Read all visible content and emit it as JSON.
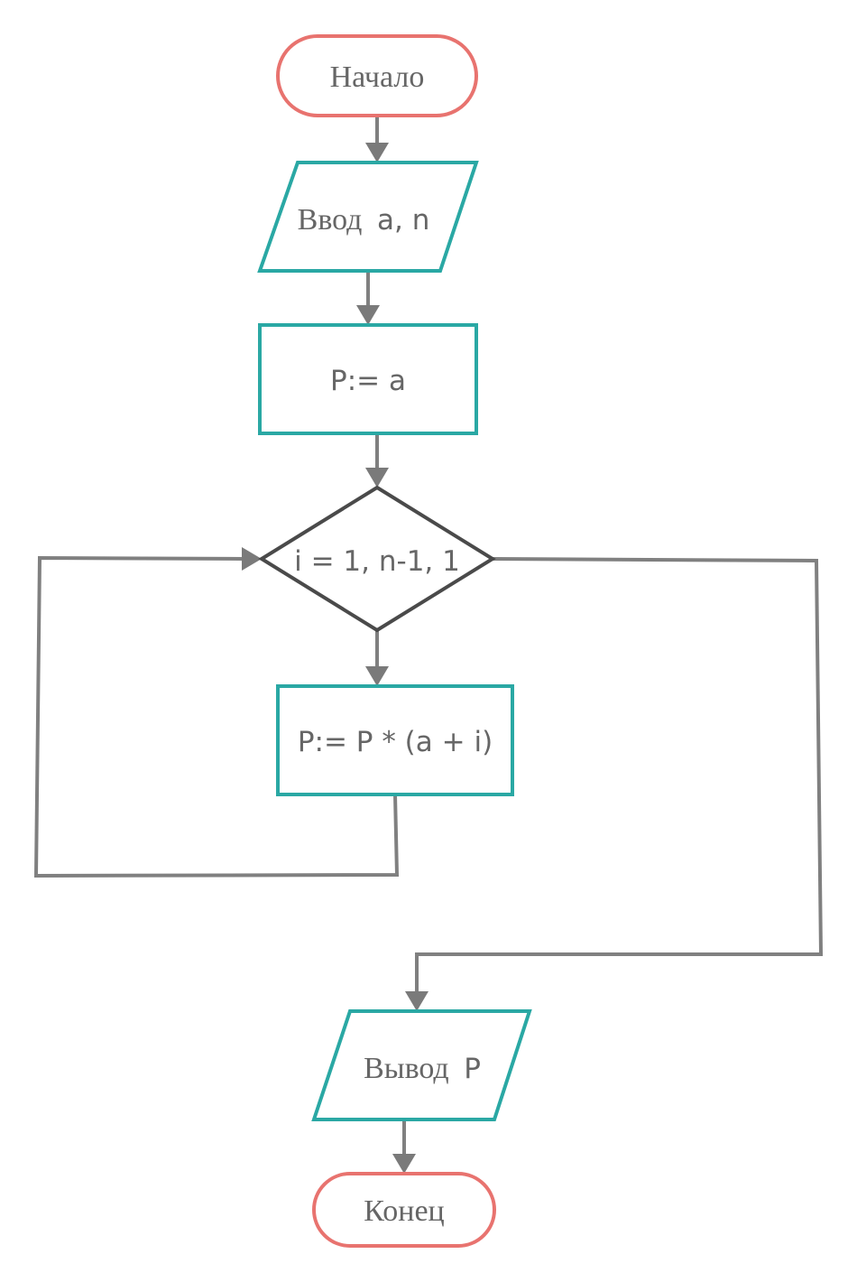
{
  "diagram": {
    "type": "flowchart",
    "colors": {
      "terminal_border": "#e8736f",
      "io_process_border": "#2aa8a4",
      "decision_border": "#4a4a4a",
      "connector": "#808080",
      "text": "#666666",
      "background": "#ffffff"
    },
    "nodes": {
      "start": {
        "kind": "terminal",
        "label": "Начало"
      },
      "input": {
        "kind": "input",
        "label_word": "Ввод",
        "label_vars": "a, n"
      },
      "init": {
        "kind": "process",
        "label": "P:= a"
      },
      "loop": {
        "kind": "loop-decision",
        "label": "i = 1, n-1, 1"
      },
      "body": {
        "kind": "process",
        "label": "P:= P * (a + i)"
      },
      "output": {
        "kind": "output",
        "label_word": "Вывод",
        "label_vars": "P"
      },
      "end": {
        "kind": "terminal",
        "label": "Конец"
      }
    },
    "edges": [
      {
        "from": "start",
        "to": "input"
      },
      {
        "from": "input",
        "to": "init"
      },
      {
        "from": "init",
        "to": "loop"
      },
      {
        "from": "loop",
        "to": "body"
      },
      {
        "from": "body",
        "to": "loop",
        "note": "loop back (left)"
      },
      {
        "from": "loop",
        "to": "output",
        "note": "loop exit (right)"
      },
      {
        "from": "output",
        "to": "end"
      }
    ]
  }
}
